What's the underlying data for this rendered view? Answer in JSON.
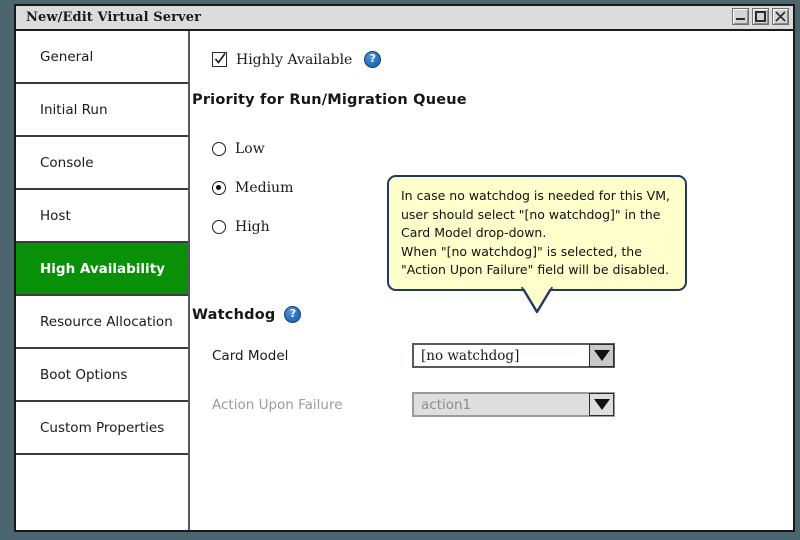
{
  "window": {
    "title": "New/Edit Virtual Server",
    "controls": [
      {
        "name": "minimize-button",
        "glyph": "minimize"
      },
      {
        "name": "maximize-button",
        "glyph": "maximize"
      },
      {
        "name": "close-button",
        "glyph": "close"
      }
    ]
  },
  "sidebar": {
    "items": [
      {
        "label": "General",
        "selected": false
      },
      {
        "label": "Initial Run",
        "selected": false
      },
      {
        "label": "Console",
        "selected": false
      },
      {
        "label": "Host",
        "selected": false
      },
      {
        "label": "High Availability",
        "selected": true
      },
      {
        "label": "Resource Allocation",
        "selected": false
      },
      {
        "label": "Boot Options",
        "selected": false
      },
      {
        "label": "Custom Properties",
        "selected": false
      }
    ],
    "selected_color": "#089008"
  },
  "content": {
    "highly_available": {
      "label": "Highly Available",
      "checked": true,
      "help_icon": "question-mark-icon"
    },
    "priority": {
      "title": "Priority for Run/Migration Queue",
      "options": [
        {
          "label": "Low",
          "selected": false
        },
        {
          "label": "Medium",
          "selected": true
        },
        {
          "label": "High",
          "selected": false
        }
      ]
    },
    "watchdog": {
      "title": "Watchdog",
      "help_icon": "question-mark-icon",
      "card_model": {
        "label": "Card Model",
        "value": "[no watchdog]",
        "disabled": false
      },
      "action_upon_failure": {
        "label": "Action Upon Failure",
        "value": "action1",
        "disabled": true
      }
    },
    "tooltip": {
      "text": "In case no watchdog is needed for this VM,\nuser should select \"[no watchdog]\" in the\nCard Model drop-down.\nWhen \"[no watchdog]\" is selected, the\n\"Action Upon Failure\" field will be disabled.",
      "background": "#ffffcc",
      "border": "#1f3864"
    }
  },
  "colors": {
    "desktop_background": "#4c6670",
    "titlebar": "#dcdcdc",
    "accent_green": "#089008",
    "help_blue": "#2a72bf"
  }
}
